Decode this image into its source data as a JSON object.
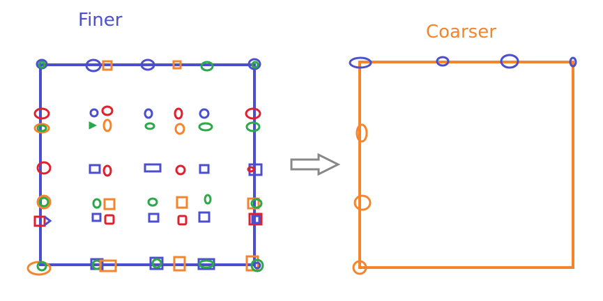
{
  "labels": {
    "finer": "Finer",
    "coarser": "Coarser"
  },
  "colors": {
    "blue": "#4B4FCF",
    "orange": "#F5852D",
    "red": "#E0202E",
    "green": "#2BA84A",
    "arrow": "#888888"
  },
  "diagram": {
    "left_panel": "finer-grid-square",
    "arrow": "outline-arrow-right",
    "right_panel": "coarser-grid-square"
  }
}
